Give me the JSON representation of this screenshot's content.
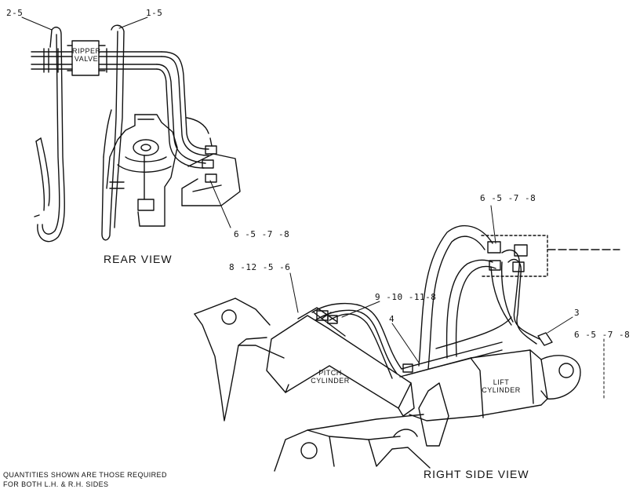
{
  "callouts": {
    "rear_top_left": "2-5",
    "rear_top_mid": "1-5",
    "rear_bottom": "6 -5 -7 -8",
    "side_top": "6 -5 -7 -8",
    "pitch_cyl": "8 -12 -5 -6",
    "hose_mid": "9 -10 -11-8",
    "item4": "4",
    "item3": "3",
    "lift_right": "6 -5 -7 -8"
  },
  "component_labels": {
    "ripper_line1": "RIPPER",
    "ripper_line2": "VALVE",
    "pitch_line1": "PITCH",
    "pitch_line2": "CYLINDER",
    "lift_line1": "LIFT",
    "lift_line2": "CYLINDER"
  },
  "view_titles": {
    "rear": "REAR VIEW",
    "side": "RIGHT SIDE VIEW"
  },
  "footnote": {
    "line1": "QUANTITIES SHOWN ARE THOSE REQUIRED",
    "line2": "FOR BOTH L.H. & R.H. SIDES"
  },
  "colors": {
    "ink": "#111111",
    "paper": "#ffffff"
  }
}
